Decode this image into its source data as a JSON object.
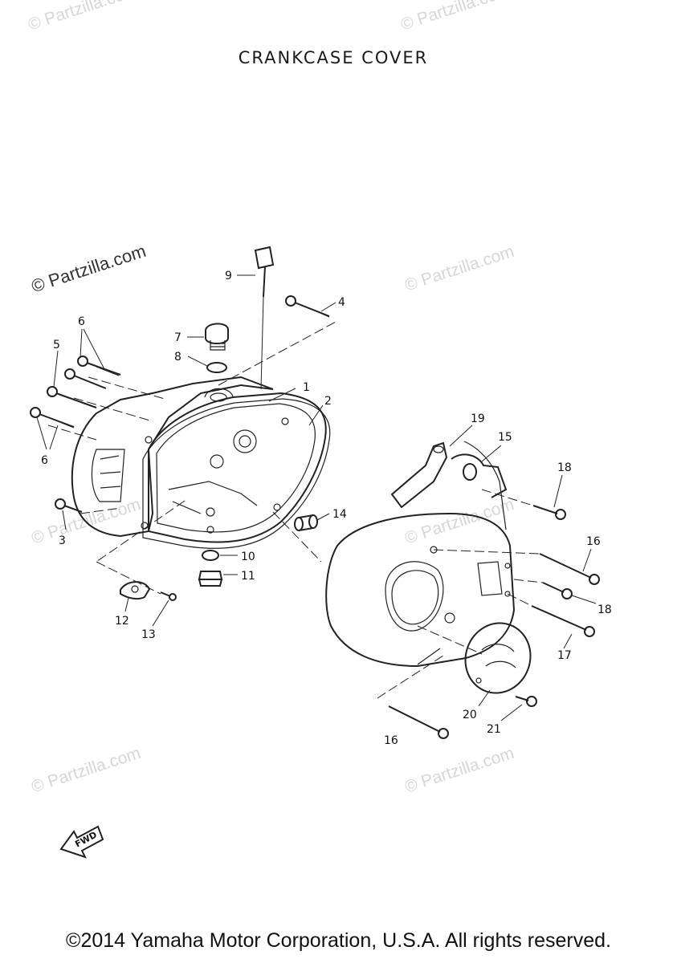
{
  "diagram": {
    "title": "CRANKCASE COVER",
    "copyright": "©2014 Yamaha Motor Corporation, U.S.A. All rights reserved.",
    "watermark": "© Partzilla.com",
    "fwd_label": "FWD",
    "callouts": [
      {
        "id": "c1",
        "label": "1"
      },
      {
        "id": "c2",
        "label": "2"
      },
      {
        "id": "c3",
        "label": "3"
      },
      {
        "id": "c4",
        "label": "4"
      },
      {
        "id": "c5",
        "label": "5"
      },
      {
        "id": "c6a",
        "label": "6"
      },
      {
        "id": "c6b",
        "label": "6"
      },
      {
        "id": "c7",
        "label": "7"
      },
      {
        "id": "c8",
        "label": "8"
      },
      {
        "id": "c9",
        "label": "9"
      },
      {
        "id": "c10",
        "label": "10"
      },
      {
        "id": "c11",
        "label": "11"
      },
      {
        "id": "c12",
        "label": "12"
      },
      {
        "id": "c13",
        "label": "13"
      },
      {
        "id": "c14",
        "label": "14"
      },
      {
        "id": "c15",
        "label": "15"
      },
      {
        "id": "c16a",
        "label": "16"
      },
      {
        "id": "c16b",
        "label": "16"
      },
      {
        "id": "c17",
        "label": "17"
      },
      {
        "id": "c18a",
        "label": "18"
      },
      {
        "id": "c18b",
        "label": "18"
      },
      {
        "id": "c19",
        "label": "19"
      },
      {
        "id": "c20",
        "label": "20"
      },
      {
        "id": "c21",
        "label": "21"
      }
    ]
  }
}
